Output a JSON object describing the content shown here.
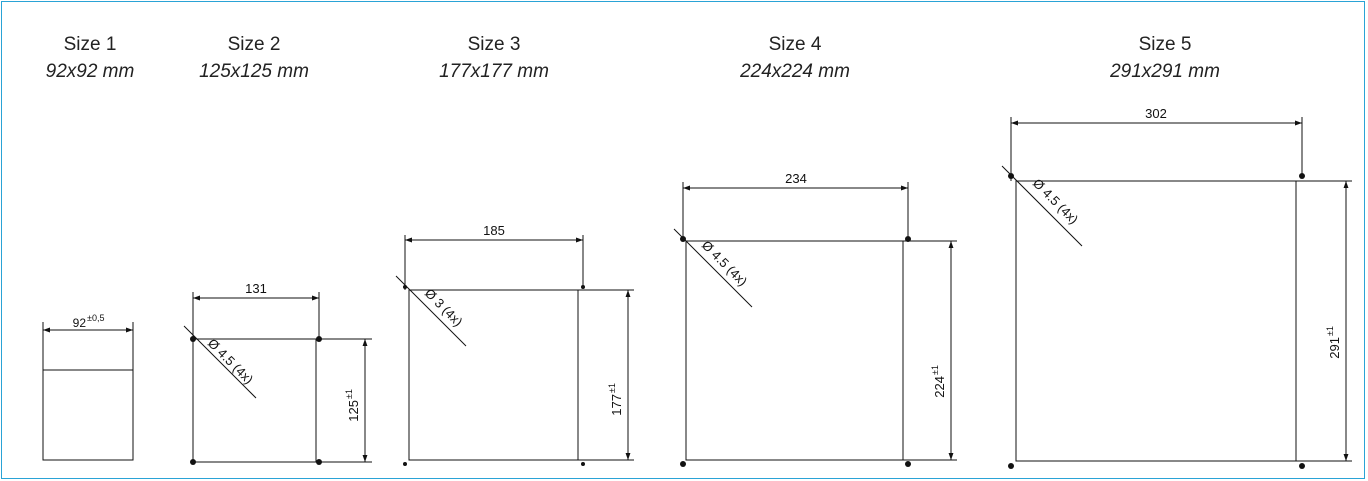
{
  "colors": {
    "border": "#2aa3d6",
    "line": "#111111"
  },
  "sizes": [
    {
      "title": "Size 1",
      "subtitle": "92x92 mm",
      "width_label": "92",
      "width_tolerance": "±0,5"
    },
    {
      "title": "Size 2",
      "subtitle": "125x125 mm",
      "width_label": "131",
      "height_label": "125",
      "height_tolerance": "±1",
      "hole_label": "Ø 4.5 (4x)"
    },
    {
      "title": "Size 3",
      "subtitle": "177x177 mm",
      "width_label": "185",
      "height_label": "177",
      "height_tolerance": "±1",
      "hole_label": "Ø 3 (4x)"
    },
    {
      "title": "Size 4",
      "subtitle": "224x224 mm",
      "width_label": "234",
      "height_label": "224",
      "height_tolerance": "±1",
      "hole_label": "Ø 4.5 (4x)"
    },
    {
      "title": "Size 5",
      "subtitle": "291x291 mm",
      "width_label": "302",
      "height_label": "291",
      "height_tolerance": "±1",
      "hole_label": "Ø 4.5 (4x)"
    }
  ]
}
